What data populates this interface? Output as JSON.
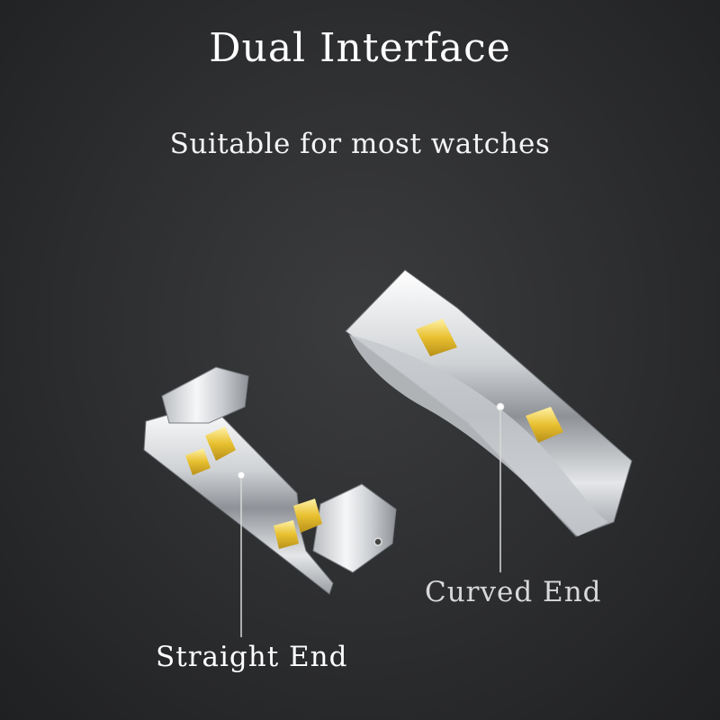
{
  "header": {
    "title": "Dual Interface",
    "subtitle": "Suitable for most watches"
  },
  "labels": {
    "curved_end": "Curved End",
    "straight_end": "Straight End"
  },
  "colors": {
    "background": "#2c2d2f",
    "steel": "#d8dadc",
    "gold": "#e8c030",
    "text": "#ffffff"
  }
}
